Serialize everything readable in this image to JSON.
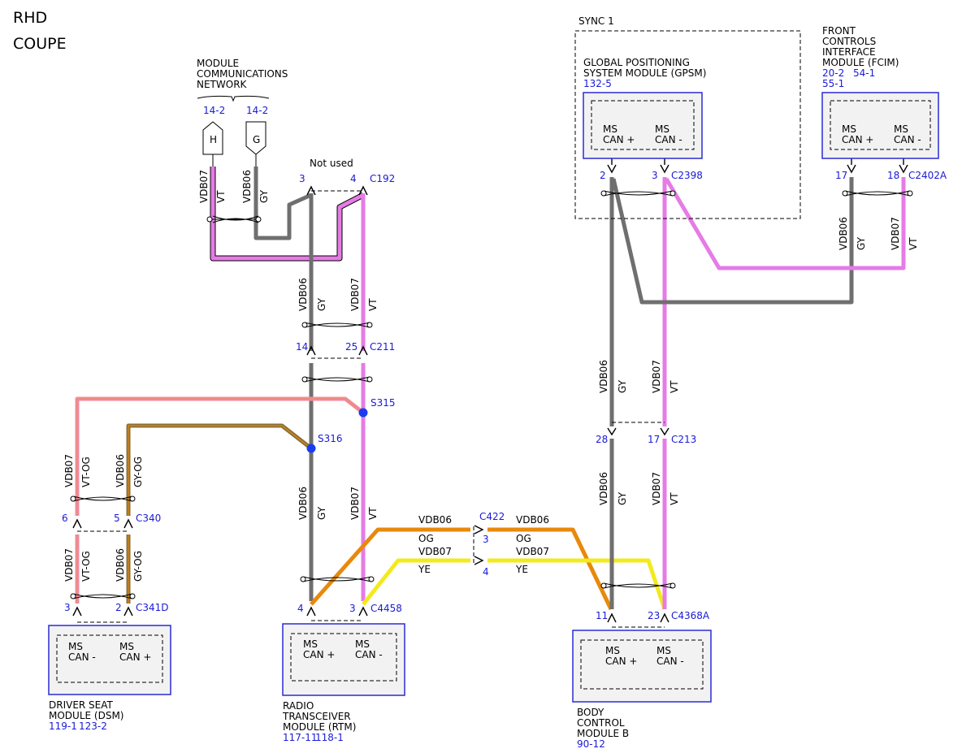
{
  "header": {
    "line1": "RHD",
    "line2": "COUPE"
  },
  "network": {
    "l1": "MODULE",
    "l2": "COMMUNICATIONS",
    "l3": "NETWORK",
    "ref_h": "14-2",
    "ref_g": "14-2",
    "h": "H",
    "g": "G"
  },
  "sync": {
    "label": "SYNC 1"
  },
  "gpsm": {
    "l1": "GLOBAL POSITIONING",
    "l2": "SYSTEM MODULE (GPSM)",
    "ref": "132-5",
    "pin_a": "MS",
    "pin_a2": "CAN +",
    "pin_b": "MS",
    "pin_b2": "CAN -",
    "c_a": "2",
    "c_b": "3",
    "conn": "C2398"
  },
  "fcim": {
    "l1": "FRONT",
    "l2": "CONTROLS",
    "l3": "INTERFACE",
    "l4": "MODULE (FCIM)",
    "ref1": "20-2",
    "ref2": "54-1",
    "ref3": "55-1",
    "pin_a": "MS",
    "pin_a2": "CAN +",
    "pin_b": "MS",
    "pin_b2": "CAN -",
    "c_a": "17",
    "c_b": "18",
    "conn": "C2402A"
  },
  "dsm": {
    "l1": "DRIVER SEAT",
    "l2": "MODULE (DSM)",
    "ref1": "119-1",
    "ref2": "123-2",
    "pin_a": "MS",
    "pin_a2": "CAN -",
    "pin_b": "MS",
    "pin_b2": "CAN +"
  },
  "rtm": {
    "l1": "RADIO",
    "l2": "TRANSCEIVER",
    "l3": "MODULE (RTM)",
    "ref1": "117-11",
    "ref2": "118-1",
    "pin_a": "MS",
    "pin_a2": "CAN +",
    "pin_b": "MS",
    "pin_b2": "CAN -"
  },
  "bcm": {
    "l1": "BODY",
    "l2": "CONTROL",
    "l3": "MODULE B",
    "ref": "90-12",
    "pin_a": "MS",
    "pin_a2": "CAN +",
    "pin_b": "MS",
    "pin_b2": "CAN -"
  },
  "connectors": {
    "c192": {
      "a": "3",
      "b": "4",
      "name": "C192",
      "note": "Not used"
    },
    "c211": {
      "a": "14",
      "b": "25",
      "name": "C211"
    },
    "c340": {
      "a": "6",
      "b": "5",
      "name": "C340"
    },
    "c341d": {
      "a": "3",
      "b": "2",
      "name": "C341D"
    },
    "c4458": {
      "a": "4",
      "b": "3",
      "name": "C4458"
    },
    "c422": {
      "name": "C422",
      "a": "3",
      "b": "4"
    },
    "c213": {
      "a": "28",
      "b": "17",
      "name": "C213"
    },
    "c4368a": {
      "a": "11",
      "b": "23",
      "name": "C4368A"
    }
  },
  "splices": {
    "s315": "S315",
    "s316": "S316"
  },
  "wires": {
    "vdb07": "VDB07",
    "vdb06": "VDB06",
    "vt": "VT",
    "gy": "GY",
    "og": "OG",
    "ye": "YE",
    "vt_og": "VT-OG",
    "gy_og": "GY-OG"
  },
  "colors": {
    "violet": "#e67be6",
    "gray": "#6f6f6f",
    "pink": "#f08ca0",
    "gray_og": "#8a6f3a",
    "orange": "#e8890c",
    "yellow": "#f2ea1d",
    "module_border": "#2b2bd6",
    "ref_text": "#1a1ad6",
    "splice": "#1a3cf0"
  }
}
